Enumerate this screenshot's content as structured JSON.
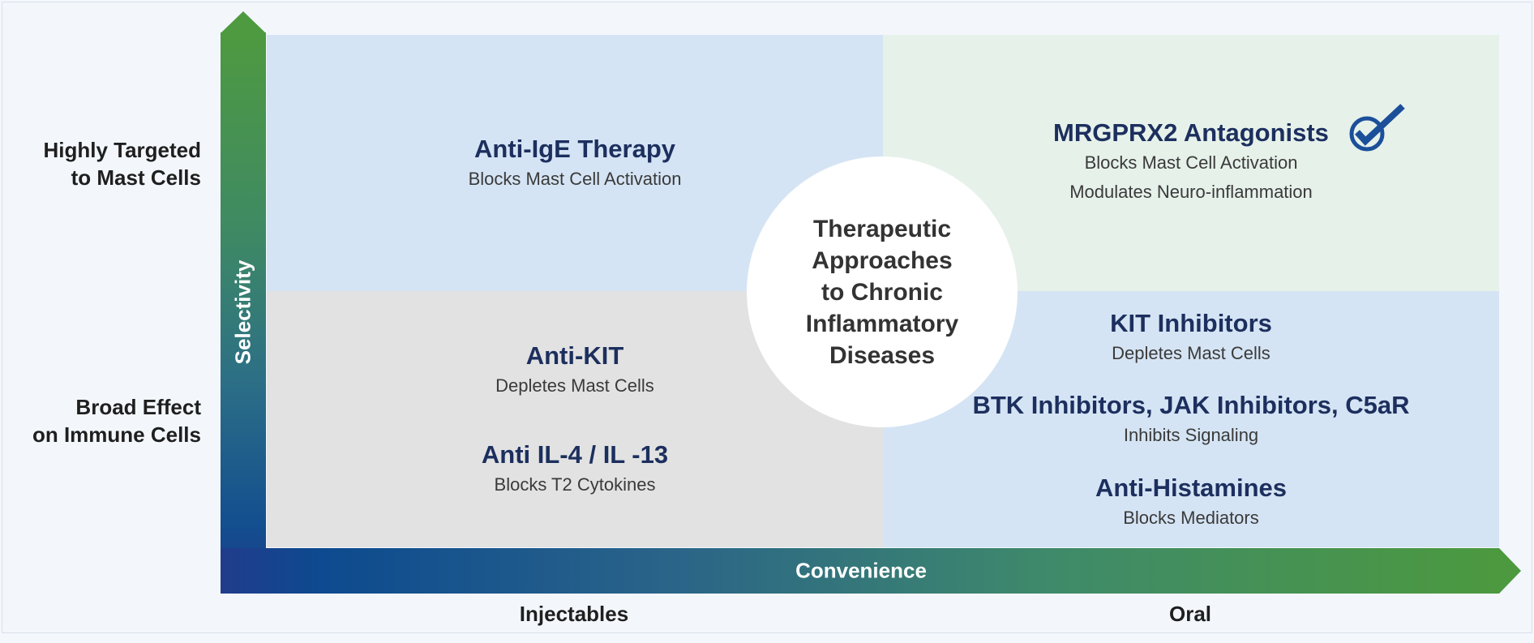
{
  "center_title": "Therapeutic\nApproaches\nto Chronic\nInflammatory\nDiseases",
  "y_axis": {
    "label": "Selectivity",
    "top_label_line1": "Highly Targeted",
    "top_label_line2": "to Mast Cells",
    "bottom_label_line1": "Broad Effect",
    "bottom_label_line2": "on Immune Cells"
  },
  "x_axis": {
    "label": "Convenience",
    "left_label": "Injectables",
    "right_label": "Oral"
  },
  "quadrants": {
    "top_left": [
      {
        "title": "Anti-IgE Therapy",
        "subtitles": [
          "Blocks Mast Cell Activation"
        ]
      }
    ],
    "top_right": [
      {
        "title": "MRGPRX2 Antagonists",
        "subtitles": [
          "Blocks Mast Cell Activation",
          "Modulates Neuro-inflammation"
        ],
        "highlight_icon": "check-circle-icon"
      }
    ],
    "bottom_left": [
      {
        "title": "Anti-KIT",
        "subtitles": [
          "Depletes Mast Cells"
        ]
      },
      {
        "title": "Anti IL-4 / IL -13",
        "subtitles": [
          "Blocks T2 Cytokines"
        ]
      }
    ],
    "bottom_right": [
      {
        "title": "KIT Inhibitors",
        "subtitles": [
          "Depletes Mast Cells"
        ]
      },
      {
        "title": "BTK Inhibitors, JAK Inhibitors, C5aR",
        "subtitles": [
          "Inhibits Signaling"
        ]
      },
      {
        "title": "Anti-Histamines",
        "subtitles": [
          "Blocks Mediators"
        ]
      }
    ]
  },
  "colors": {
    "title_text": "#1c2f5e",
    "quadrant_blue": "#d5e4f4",
    "quadrant_green": "#e6f1ea",
    "quadrant_gray": "#e2e2e2",
    "axis_green": "#4e9a40",
    "axis_blue": "#1d3b8a",
    "check_blue": "#1b4f9a"
  }
}
